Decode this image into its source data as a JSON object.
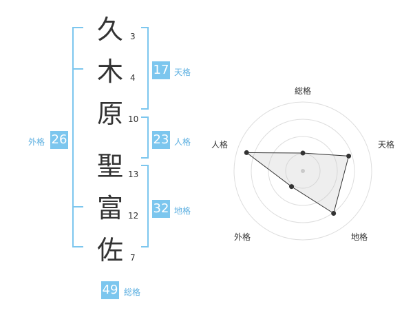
{
  "name_chars": [
    {
      "char": "久",
      "strokes": "3"
    },
    {
      "char": "木",
      "strokes": "4"
    },
    {
      "char": "原",
      "strokes": "10"
    },
    {
      "char": "聖",
      "strokes": "13"
    },
    {
      "char": "富",
      "strokes": "12"
    },
    {
      "char": "佐",
      "strokes": "7"
    }
  ],
  "kaku": {
    "tenkaku": {
      "value": "17",
      "label": "天格"
    },
    "jinkaku": {
      "value": "23",
      "label": "人格"
    },
    "chikaku": {
      "value": "32",
      "label": "地格"
    },
    "gaikaku": {
      "value": "26",
      "label": "外格"
    },
    "soukaku": {
      "value": "49",
      "label": "総格"
    }
  },
  "accent_color": "#7cc6ee",
  "bracket_color": "#7cc6ee",
  "chart_data": {
    "type": "radar",
    "axes": [
      "総格",
      "天格",
      "地格",
      "外格",
      "人格"
    ],
    "values": [
      1.3,
      3.5,
      3.8,
      1.4,
      4.3
    ],
    "rmax": 5,
    "rings": 4,
    "grid": true
  }
}
